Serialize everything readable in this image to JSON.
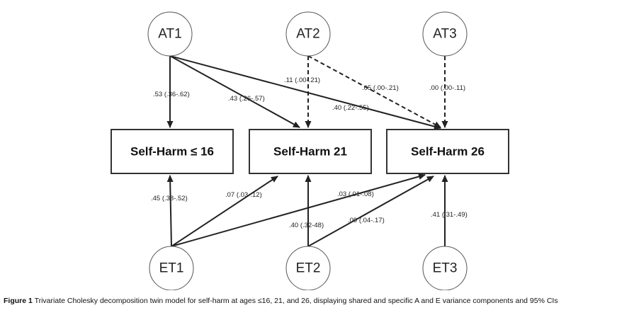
{
  "nodes": {
    "AT1": "AT1",
    "AT2": "AT2",
    "AT3": "AT3",
    "ET1": "ET1",
    "ET2": "ET2",
    "ET3": "ET3",
    "SH16": "Self-Harm ≤ 16",
    "SH21": "Self-Harm 21",
    "SH26": "Self-Harm 26"
  },
  "edges": [
    {
      "id": "at1-sh16",
      "from": "AT1",
      "to": "SH16",
      "label": ".53 (.36-.62)",
      "style": "solid"
    },
    {
      "id": "at1-sh21",
      "from": "AT1",
      "to": "SH21",
      "label": ".43 (.26-.57)",
      "style": "solid"
    },
    {
      "id": "at1-sh26",
      "from": "AT1",
      "to": "SH26",
      "label": ".40 (.22-.55)",
      "style": "solid"
    },
    {
      "id": "at2-sh21",
      "from": "AT2",
      "to": "SH21",
      "label": ".11 (.00-.21)",
      "style": "dashed"
    },
    {
      "id": "at2-sh26",
      "from": "AT2",
      "to": "SH26",
      "label": ".05 (.00-.21)",
      "style": "dashed"
    },
    {
      "id": "at3-sh26",
      "from": "AT3",
      "to": "SH26",
      "label": ".00 (.00-.11)",
      "style": "dashed"
    },
    {
      "id": "et1-sh16",
      "from": "ET1",
      "to": "SH16",
      "label": ".45 (.38-.52)",
      "style": "solid"
    },
    {
      "id": "et1-sh21",
      "from": "ET1",
      "to": "SH21",
      "label": ".07 (.03-.12)",
      "style": "solid"
    },
    {
      "id": "et1-sh26",
      "from": "ET1",
      "to": "SH26",
      "label": ".03 (.01-.08)",
      "style": "solid"
    },
    {
      "id": "et2-sh21",
      "from": "ET2",
      "to": "SH21",
      "label": ".40 (.32-48)",
      "style": "solid"
    },
    {
      "id": "et2-sh26",
      "from": "ET2",
      "to": "SH26",
      "label": ".09 (.04-.17)",
      "style": "solid"
    },
    {
      "id": "et3-sh26",
      "from": "ET3",
      "to": "SH26",
      "label": ".41 (.31-.49)",
      "style": "solid"
    }
  ],
  "caption": {
    "figure_label": "Figure 1",
    "text": "Trivariate Cholesky decomposition twin model for self-harm at ages ≤16, 21, and 26, displaying shared and specific A and E variance components and 95% CIs"
  }
}
